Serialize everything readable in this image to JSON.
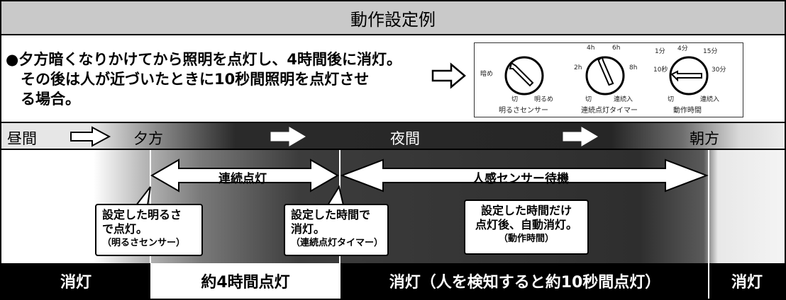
{
  "title": "動作設定例",
  "intro": {
    "bullet": "●",
    "lines": [
      "夕方暗くなりかけてから照明を点灯し、4時間後に消灯。",
      "その後は人が近づいたときに10秒間照明を点灯させ",
      "る場合。"
    ],
    "arrow": "⇨"
  },
  "dials": [
    {
      "name": "明るさセンサー",
      "left_label": "暗め",
      "bottom_left": "切",
      "bottom_right": "明るめ"
    },
    {
      "name": "連続点灯タイマー",
      "top_labels": [
        "4h",
        "6h"
      ],
      "left_label": "2h",
      "right_label": "8h",
      "bottom_left": "切",
      "bottom_right": "連続入"
    },
    {
      "name": "動作時間",
      "top_labels": [
        "1分",
        "4分",
        "15分"
      ],
      "left_label": "10秒",
      "right_label": "30分",
      "bottom_left": "切",
      "bottom_right": "連続入"
    }
  ],
  "timeline": {
    "labels": [
      "昼間",
      "夕方",
      "夜間",
      "朝方"
    ]
  },
  "arrows": {
    "continuous": "連続点灯",
    "sensor_standby": "人感センサー待機"
  },
  "bubbles": [
    {
      "lines": [
        "設定した明るさ",
        "で点灯。"
      ],
      "note": "（明るさセンサー）"
    },
    {
      "lines": [
        "設定した時間で",
        "消灯。"
      ],
      "note": "（連続点灯タイマー）"
    },
    {
      "lines": [
        "設定した時間だけ",
        "点灯後、自動消灯。"
      ],
      "note": "（動作時間）"
    }
  ],
  "status": [
    "消灯",
    "約4時間点灯",
    "消灯（人を検知すると約10秒間点灯）",
    "消灯"
  ],
  "colors": {
    "black": "#000000",
    "title_bg": "#c9c9c9",
    "night": "#262626",
    "white": "#ffffff"
  }
}
